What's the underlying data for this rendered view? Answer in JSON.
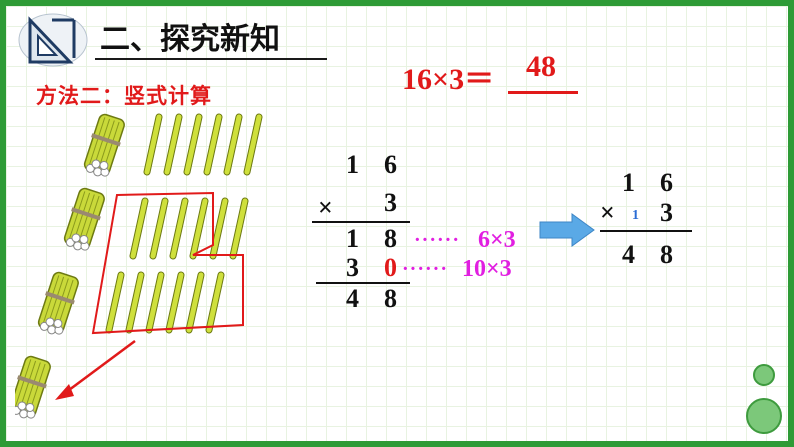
{
  "title": "二、探究新知",
  "subtitle": "方法二：竖式计算",
  "equation": {
    "left": "16×3＝",
    "answer": "48"
  },
  "vertical_expanded": {
    "top_row": [
      "1",
      "6"
    ],
    "times_sign": "×",
    "multiplier": "3",
    "partial1": [
      "1",
      "8"
    ],
    "partial1_note": "6×3",
    "partial2": [
      "3",
      "0"
    ],
    "partial2_note": "10×3",
    "result": [
      "4",
      "8"
    ],
    "dots": "······"
  },
  "vertical_compact": {
    "top_row": [
      "1",
      "6"
    ],
    "times_sign": "×",
    "carry": "1",
    "multiplier": "3",
    "result": [
      "4",
      "8"
    ]
  },
  "colors": {
    "accent_red": "#e11a1a",
    "note_magenta": "#e11fe1",
    "frame_green": "#2e9b36",
    "arrow_blue": "#5aa9e6"
  }
}
